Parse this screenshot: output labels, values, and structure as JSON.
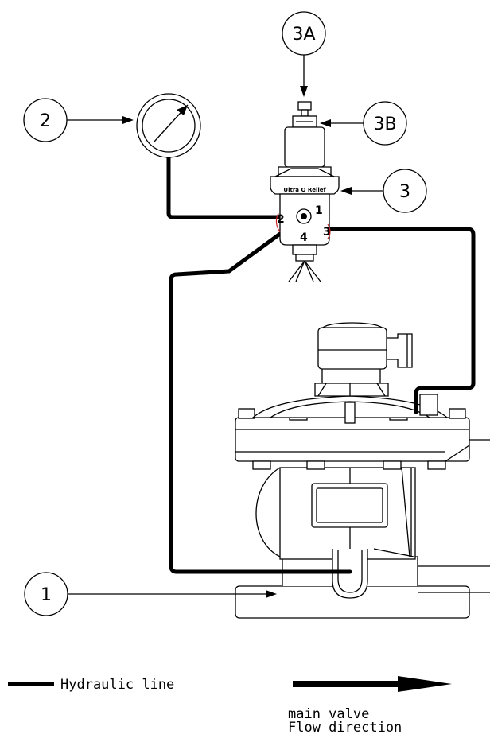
{
  "callouts": {
    "c1": "1",
    "c2": "2",
    "c3": "3",
    "c3a": "3A",
    "c3b": "3B"
  },
  "pilot": {
    "brand": "Ultra Q Relief",
    "ports": {
      "p1": "1",
      "p2": "2",
      "p3": "3",
      "p4": "4"
    }
  },
  "legend": {
    "hydraulic_line": "Hydraulic line",
    "flow_line1": "main valve",
    "flow_line2": "Flow direction"
  }
}
